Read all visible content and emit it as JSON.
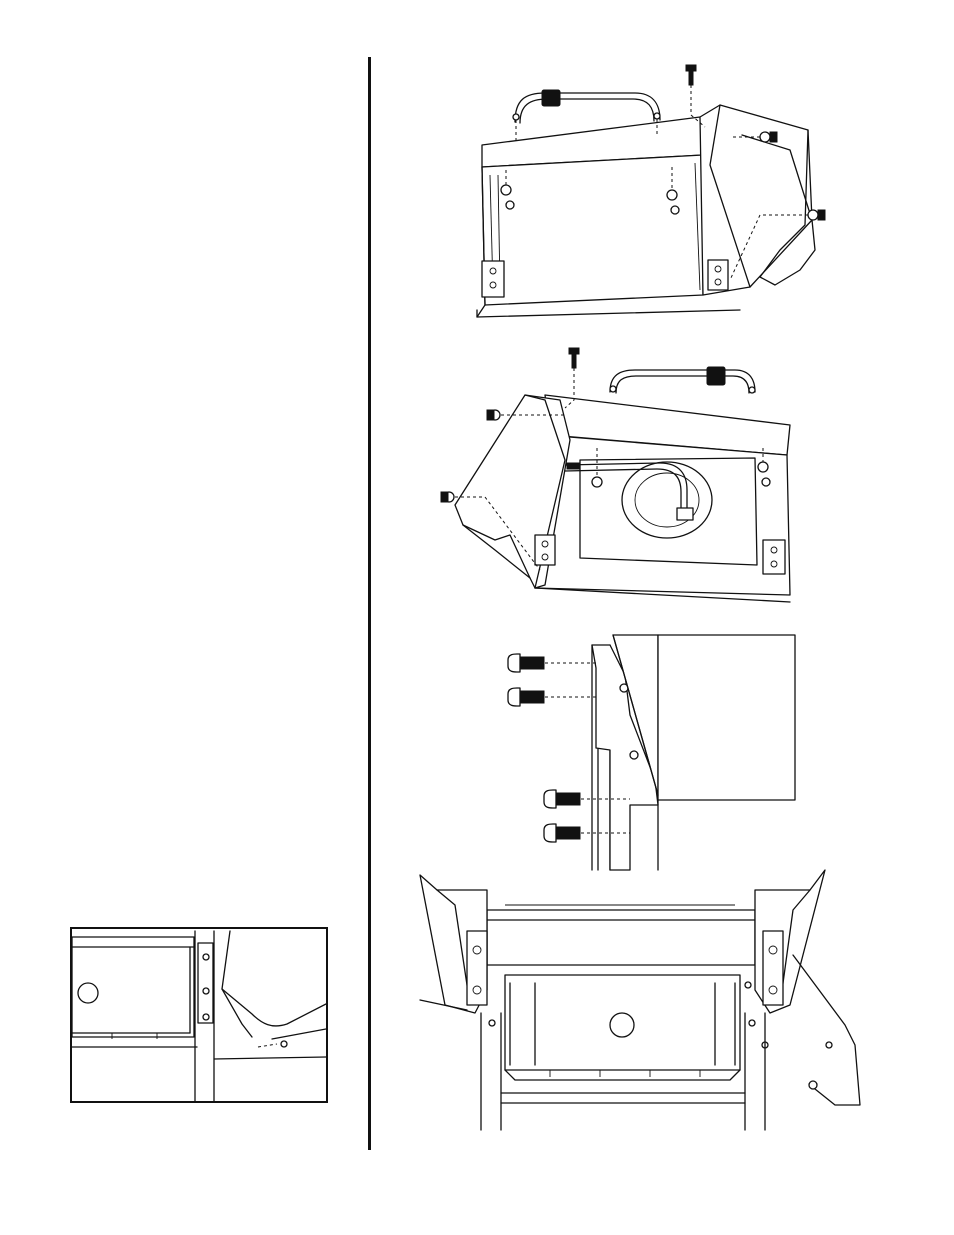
{
  "page": {
    "title": "",
    "figures": [
      {
        "id": "fig-handle-left-side",
        "caption": ""
      },
      {
        "id": "fig-handle-right-side",
        "caption": ""
      },
      {
        "id": "fig-bolt-attachment",
        "caption": ""
      },
      {
        "id": "fig-cart-front-view",
        "caption": ""
      },
      {
        "id": "fig-inset-detail",
        "caption": ""
      }
    ]
  }
}
